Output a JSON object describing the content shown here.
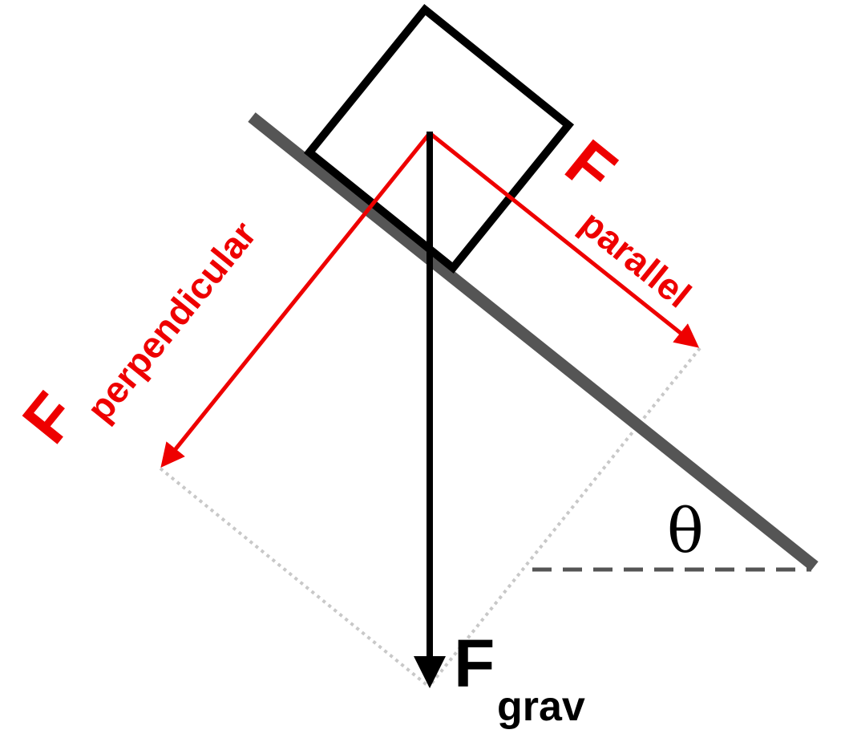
{
  "labels": {
    "f_parallel": {
      "main": "F",
      "sub": "parallel"
    },
    "f_perpendicular": {
      "main": "F",
      "sub": "perpendicular"
    },
    "f_grav": {
      "main": "F",
      "sub": "grav"
    },
    "angle": "θ"
  },
  "colors": {
    "component_force": "#ee0000",
    "gravity_force": "#000000",
    "incline": "#555555",
    "block": "#000000",
    "construction_line": "#c8c8c8",
    "horizontal_reference": "#555555",
    "background": "#ffffff"
  }
}
